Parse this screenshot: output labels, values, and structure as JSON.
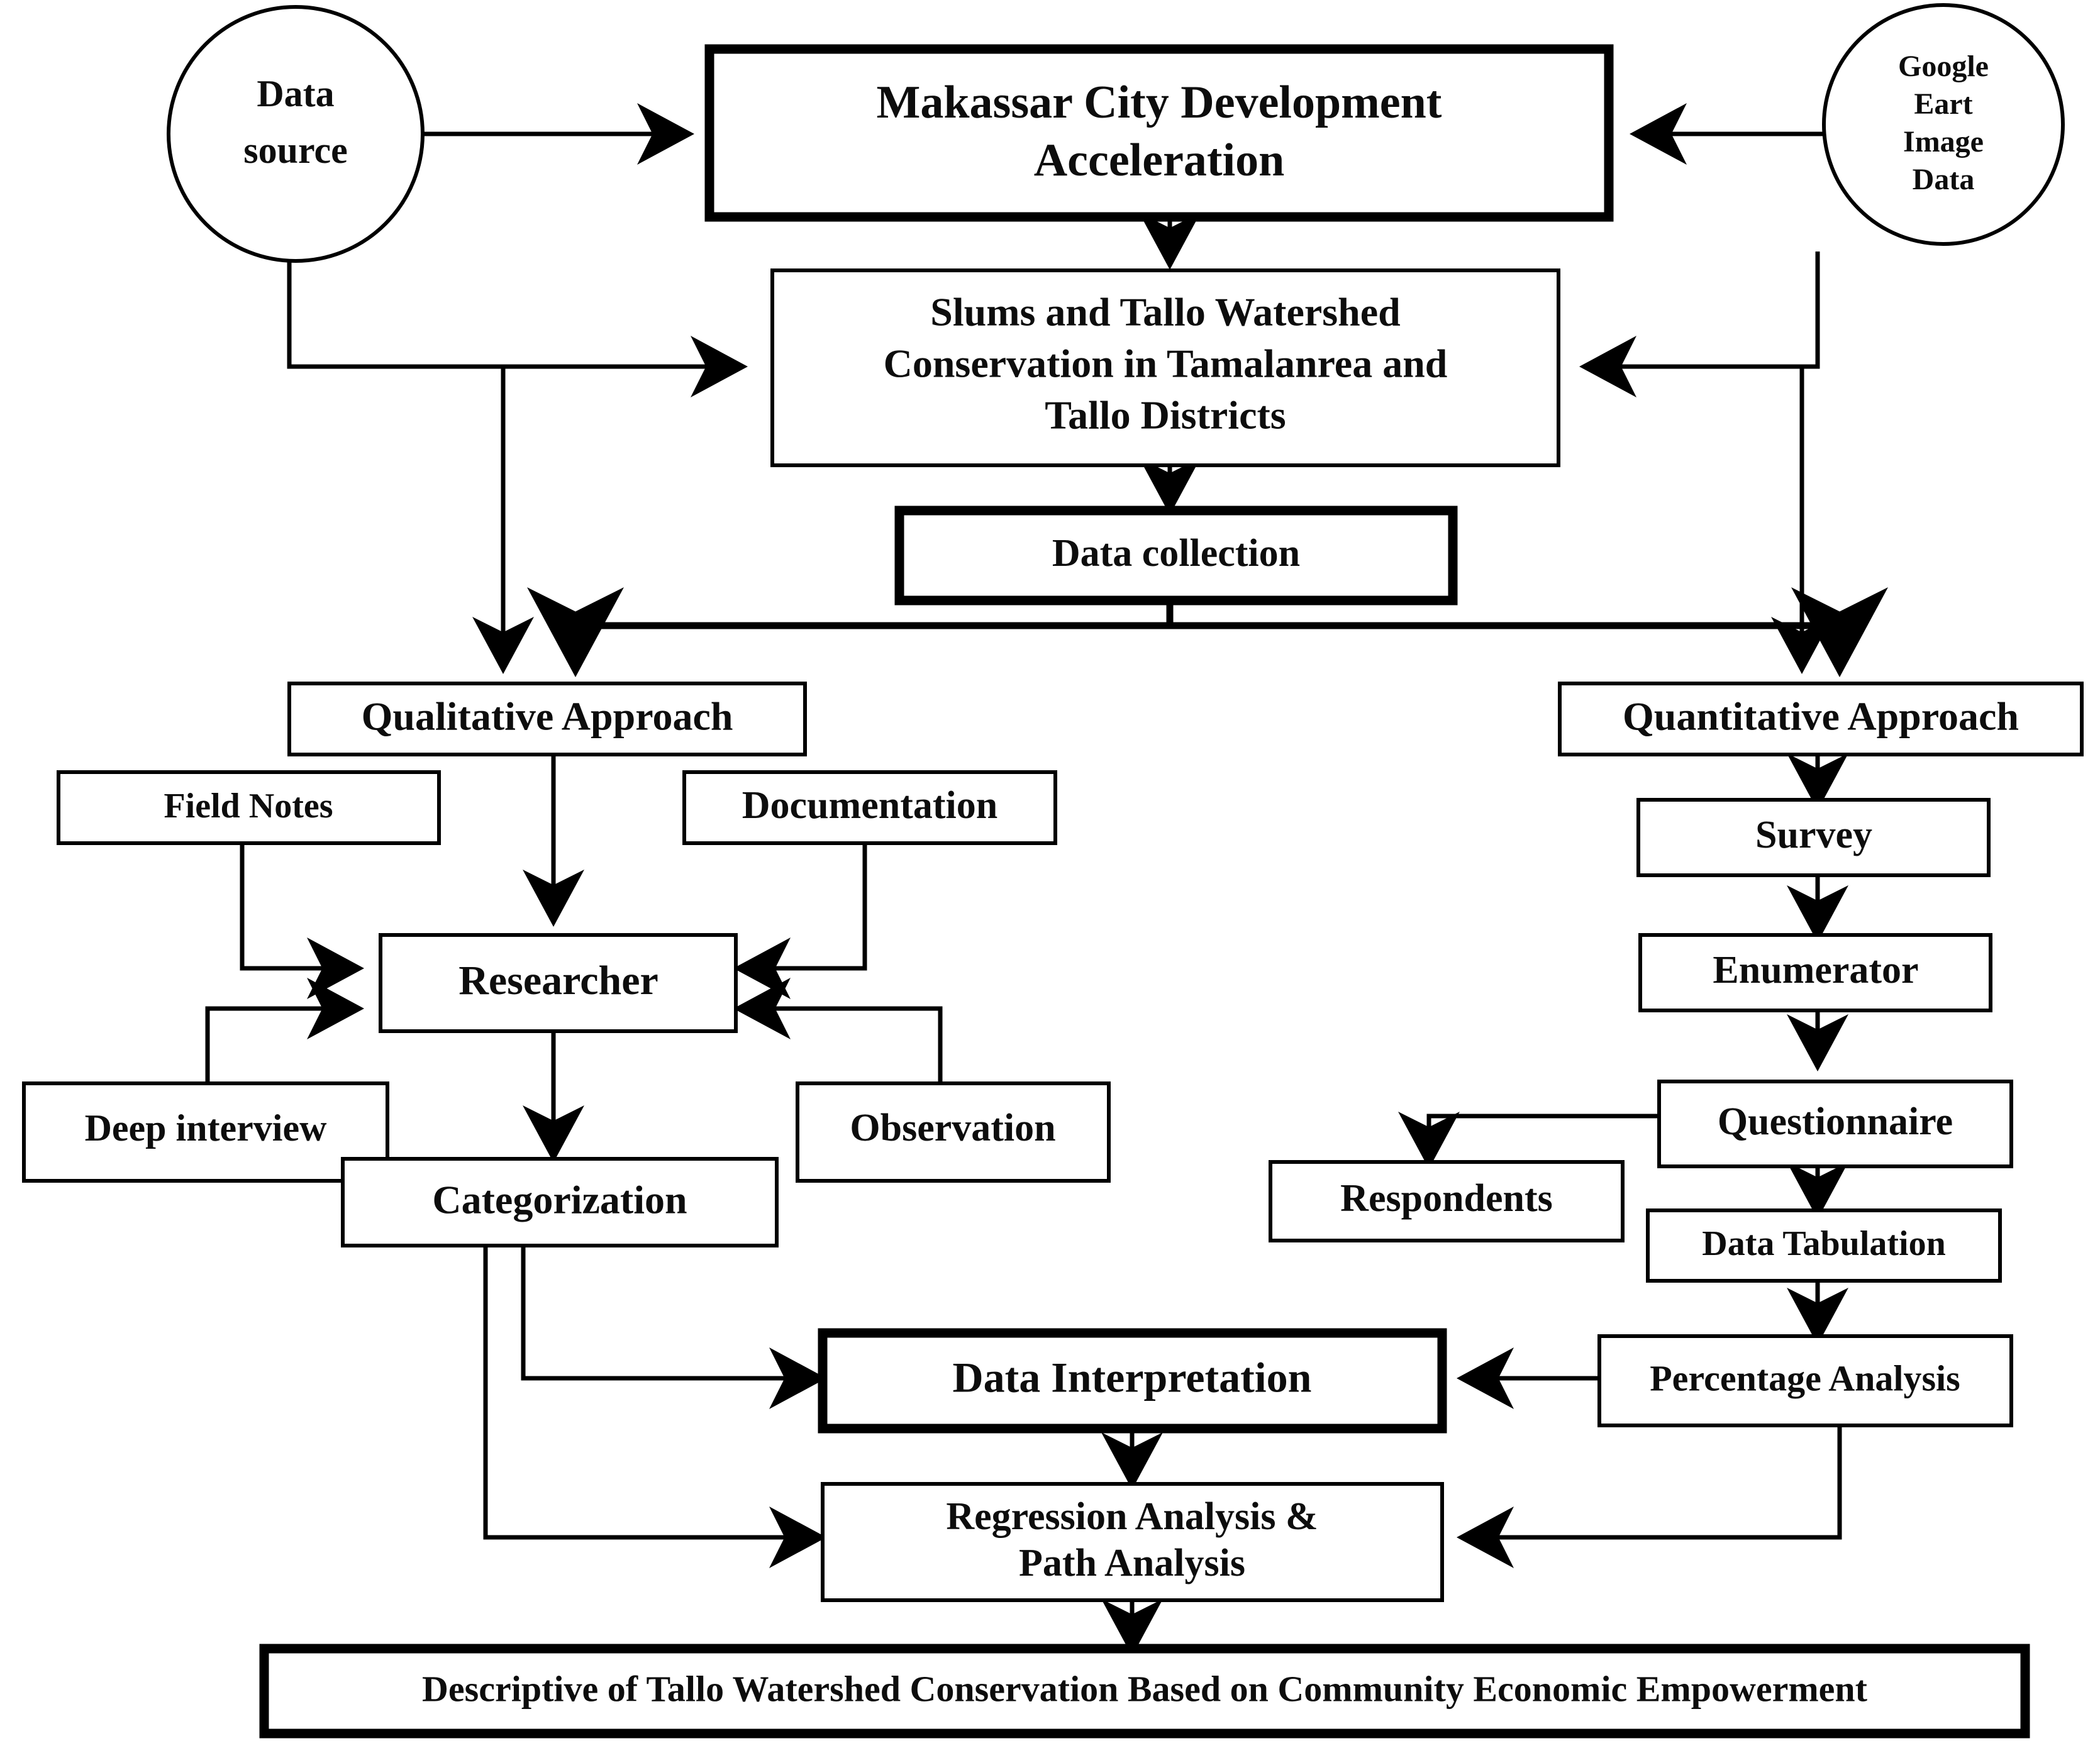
{
  "diagram": {
    "title": "Research Methodology Flowchart",
    "colors": {
      "text": "#0d0d0d",
      "stroke": "#000000",
      "background": "#ffffff"
    },
    "nodes": {
      "data_source": {
        "label_line1": "Data",
        "label_line2": "source",
        "shape": "circle"
      },
      "google_earth": {
        "label_line1": "Google",
        "label_line2": "Eart",
        "label_line3": "Image",
        "label_line4": "Data",
        "shape": "circle"
      },
      "makassar": {
        "label_line1": "Makassar City Development",
        "label_line2": "Acceleration",
        "shape": "box-thick"
      },
      "slums": {
        "label_line1": "Slums and Tallo Watershed",
        "label_line2": "Conservation in Tamalanrea and",
        "label_line3": "Tallo Districts",
        "shape": "box-thin"
      },
      "data_collection": {
        "label": "Data collection",
        "shape": "box-thick"
      },
      "qualitative": {
        "label": "Qualitative Approach",
        "shape": "box-thin"
      },
      "quantitative": {
        "label": "Quantitative Approach",
        "shape": "box-thin"
      },
      "field_notes": {
        "label": "Field Notes",
        "shape": "box-thin"
      },
      "documentation": {
        "label": "Documentation",
        "shape": "box-thin"
      },
      "researcher": {
        "label": "Researcher",
        "shape": "box-thin"
      },
      "deep_interview": {
        "label": "Deep interview",
        "shape": "box-thin"
      },
      "observation": {
        "label": "Observation",
        "shape": "box-thin"
      },
      "categorization": {
        "label": "Categorization",
        "shape": "box-thin"
      },
      "survey": {
        "label": "Survey",
        "shape": "box-thin"
      },
      "enumerator": {
        "label": "Enumerator",
        "shape": "box-thin"
      },
      "questionnaire": {
        "label": "Questionnaire",
        "shape": "box-thin"
      },
      "respondents": {
        "label": "Respondents",
        "shape": "box-thin"
      },
      "data_tabulation": {
        "label": "Data Tabulation",
        "shape": "box-thin"
      },
      "percentage_analysis": {
        "label": "Percentage Analysis",
        "shape": "box-thin"
      },
      "data_interpretation": {
        "label": "Data Interpretation",
        "shape": "box-thick"
      },
      "regression": {
        "label_line1": "Regression Analysis &",
        "label_line2": "Path Analysis",
        "shape": "box-thin"
      },
      "descriptive": {
        "label": "Descriptive of Tallo Watershed Conservation Based on Community Economic Empowerment",
        "shape": "box-thick"
      }
    },
    "edges": [
      {
        "from": "data_source",
        "to": "makassar"
      },
      {
        "from": "data_source",
        "to": "slums"
      },
      {
        "from": "data_source",
        "to": "qualitative"
      },
      {
        "from": "google_earth",
        "to": "makassar"
      },
      {
        "from": "google_earth",
        "to": "slums"
      },
      {
        "from": "google_earth",
        "to": "quantitative"
      },
      {
        "from": "makassar",
        "to": "slums"
      },
      {
        "from": "slums",
        "to": "data_collection"
      },
      {
        "from": "data_collection",
        "to": "qualitative"
      },
      {
        "from": "data_collection",
        "to": "quantitative"
      },
      {
        "from": "qualitative",
        "to": "researcher"
      },
      {
        "from": "field_notes",
        "to": "researcher"
      },
      {
        "from": "documentation",
        "to": "researcher"
      },
      {
        "from": "deep_interview",
        "to": "researcher"
      },
      {
        "from": "observation",
        "to": "researcher"
      },
      {
        "from": "researcher",
        "to": "categorization"
      },
      {
        "from": "categorization",
        "to": "data_interpretation"
      },
      {
        "from": "categorization",
        "to": "regression"
      },
      {
        "from": "quantitative",
        "to": "survey"
      },
      {
        "from": "survey",
        "to": "enumerator"
      },
      {
        "from": "enumerator",
        "to": "questionnaire"
      },
      {
        "from": "questionnaire",
        "to": "respondents"
      },
      {
        "from": "questionnaire",
        "to": "data_tabulation"
      },
      {
        "from": "data_tabulation",
        "to": "percentage_analysis"
      },
      {
        "from": "percentage_analysis",
        "to": "data_interpretation"
      },
      {
        "from": "percentage_analysis",
        "to": "regression"
      },
      {
        "from": "data_interpretation",
        "to": "regression"
      },
      {
        "from": "regression",
        "to": "descriptive"
      }
    ]
  }
}
